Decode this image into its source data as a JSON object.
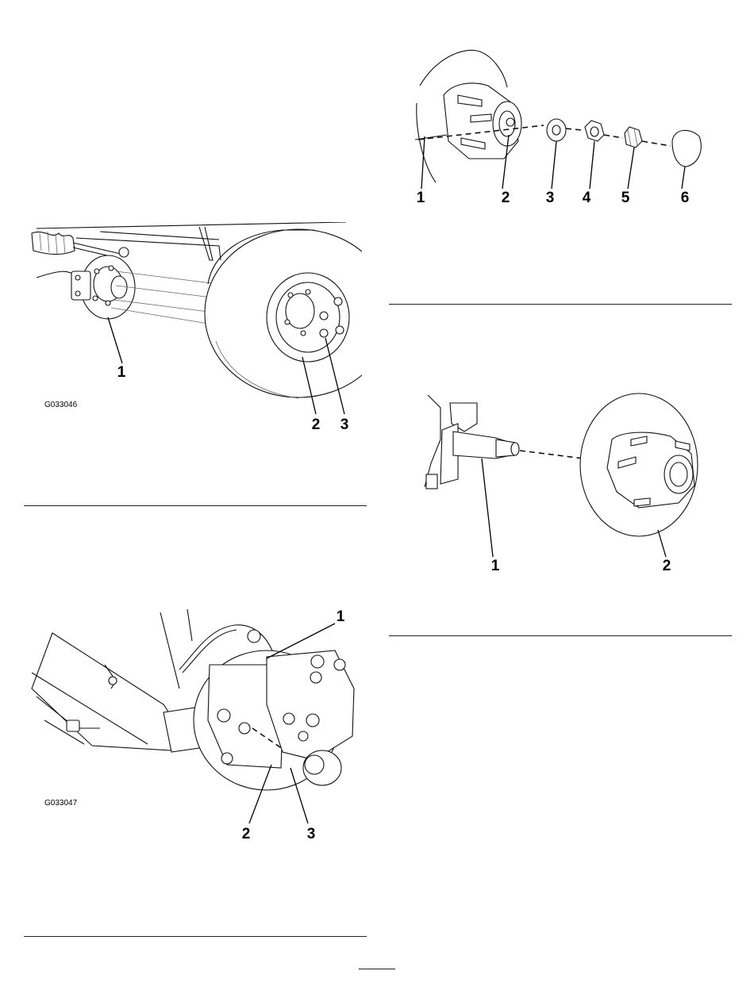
{
  "figures": [
    {
      "id": "fig-wheel-removal",
      "graphic_code": "G033046",
      "callouts": [
        "1",
        "2",
        "3"
      ]
    },
    {
      "id": "fig-caliper-removal",
      "graphic_code": "G033047",
      "callouts": [
        "1",
        "2",
        "3"
      ]
    },
    {
      "id": "fig-hub-exploded",
      "graphic_code": "",
      "callouts": [
        "1",
        "2",
        "3",
        "4",
        "5",
        "6"
      ]
    },
    {
      "id": "fig-rotor-removal",
      "graphic_code": "",
      "callouts": [
        "1",
        "2"
      ]
    }
  ]
}
